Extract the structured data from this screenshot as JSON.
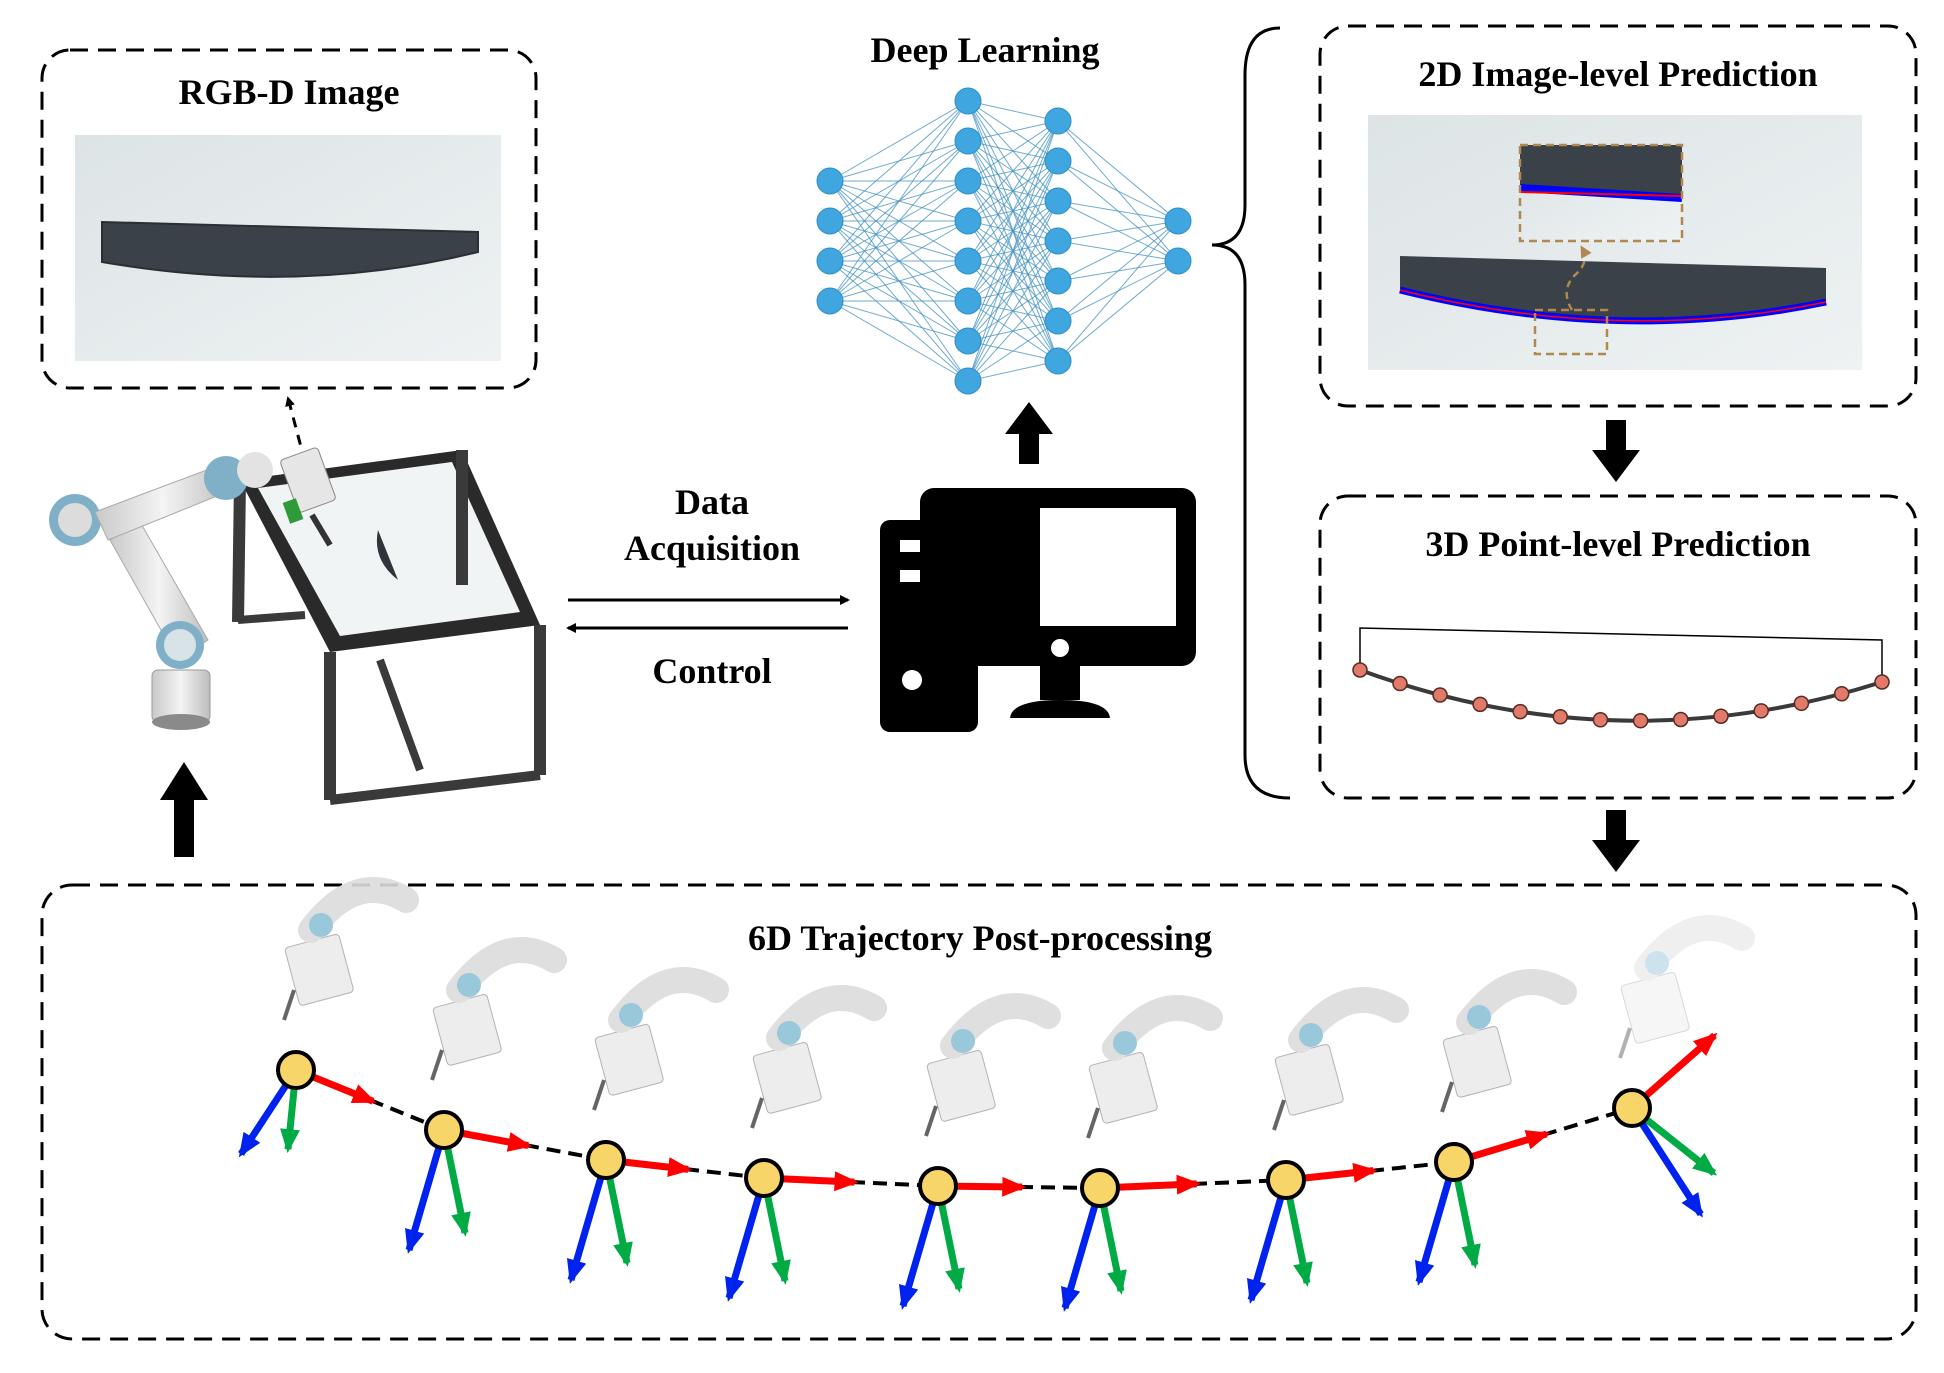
{
  "panels": {
    "rgbd": {
      "title": "RGB-D Image"
    },
    "deep_learning": {
      "title": "Deep Learning"
    },
    "image_2d": {
      "title": "2D Image-level Prediction"
    },
    "point_3d": {
      "title": "3D Point-level Prediction"
    },
    "trajectory": {
      "title": "6D Trajectory Post-processing"
    }
  },
  "links": {
    "data_line1": "Data",
    "data_line2": "Acquisition",
    "control": "Control"
  },
  "network": {
    "layers": [
      4,
      8,
      7,
      2
    ]
  },
  "prediction_points": {
    "count": 14
  },
  "waypoints": {
    "count": 9
  },
  "colors": {
    "node": "#3fa6e0",
    "edge": "#3f8fbf",
    "prediction_line": "#0000ff",
    "ground_truth_line": "#ff0000",
    "point_fill": "#e07a6a",
    "waypoint_fill": "#f8d568",
    "axis_x": "#ff0000",
    "axis_y": "#00aa44",
    "axis_z": "#0022ee",
    "crop_box": "#b08850"
  }
}
